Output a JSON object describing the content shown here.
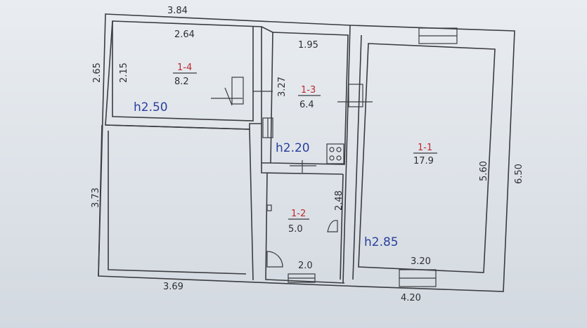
{
  "plan": {
    "dims": {
      "top_left": "3.84",
      "room14_width": "2.64",
      "left_outer_top": "2.65",
      "room14_height": "2.15",
      "room13_width": "1.95",
      "room13_height": "3.27",
      "left_outer_bottom": "3.73",
      "bottom_left": "3.69",
      "room12_height": "2.48",
      "room12_width": "2.0",
      "room11_height": "5.60",
      "room11_width": "3.20",
      "right_outer": "6.50",
      "bottom_right": "4.20"
    },
    "rooms": [
      {
        "id": "1-4",
        "area": "8.2"
      },
      {
        "id": "1-3",
        "area": "6.4"
      },
      {
        "id": "1-2",
        "area": "5.0"
      },
      {
        "id": "1-1",
        "area": "17.9"
      }
    ],
    "heights": {
      "h1": "h2.50",
      "h2": "h2.20",
      "h3": "h2.85"
    }
  }
}
